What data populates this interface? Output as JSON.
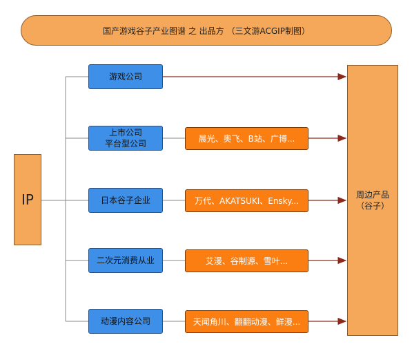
{
  "title": "国产游戏谷子产业图谱 之 出品方 （三文游ACGIP制图）",
  "ip_label": "IP",
  "sink": {
    "line1": "周边产品",
    "line2": "（谷子）"
  },
  "branches": [
    {
      "label": "游戏公司",
      "detail": ""
    },
    {
      "label": "上市公司\n平台型公司",
      "detail": "晨光、奥飞、B站、广博..."
    },
    {
      "label": "日本谷子企业",
      "detail": "万代、AKATSUKI、Ensky..."
    },
    {
      "label": "二次元消费从业",
      "detail": "艾漫、谷制源、雪叶..."
    },
    {
      "label": "动漫内容公司",
      "detail": "天闻角川、翻翻动漫、鲜漫..."
    }
  ],
  "colors": {
    "title_fill": "#f6a85a",
    "blue_fill": "#3d8fe8",
    "orange_fill": "#fb7e13",
    "arrow": "#8b2a1a"
  }
}
